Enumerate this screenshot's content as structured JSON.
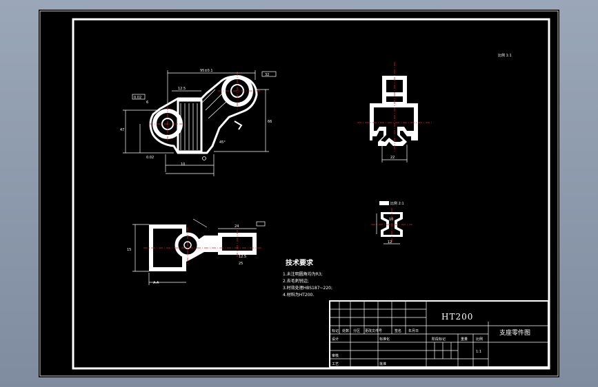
{
  "drawing": {
    "scale_note": "比例 1:1",
    "material": "HT200",
    "part_name": "支座零件图",
    "scale_value": "1:1"
  },
  "views": {
    "top_view_dims": {
      "overall_width": "95±0.1",
      "top_right": "32",
      "left_tol": "0.02",
      "inner": "12.5",
      "small": "6",
      "height_left": "47",
      "height_right": "66",
      "flatness": "0.02",
      "bore": "10",
      "angle": "45°"
    },
    "front_view_dims": {
      "width": "22"
    },
    "section_view": {
      "label": "比例 2:1",
      "dims": [
        "10",
        "12"
      ]
    },
    "bottom_view_dims": {
      "height": "15",
      "width": "24",
      "small": "12.5",
      "label_a": "A-A",
      "label_b": "25"
    }
  },
  "tech_requirements": {
    "title": "技术要求",
    "items": [
      "1.未注明圆角均为R3;",
      "2.去毛刺锐边;",
      "3.时效处理HBS187~220;",
      "4.材料为HT200."
    ]
  },
  "title_block": {
    "design": "设计",
    "standard": "标准化",
    "review": "审核",
    "process": "工艺",
    "approve": "批准",
    "mark": "标记",
    "count": "处数",
    "zone": "分区",
    "change_doc": "更改文件号",
    "sign": "签名",
    "date": "年月日",
    "stage_mark": "阶段标记",
    "weight": "重量",
    "ratio": "比例"
  }
}
